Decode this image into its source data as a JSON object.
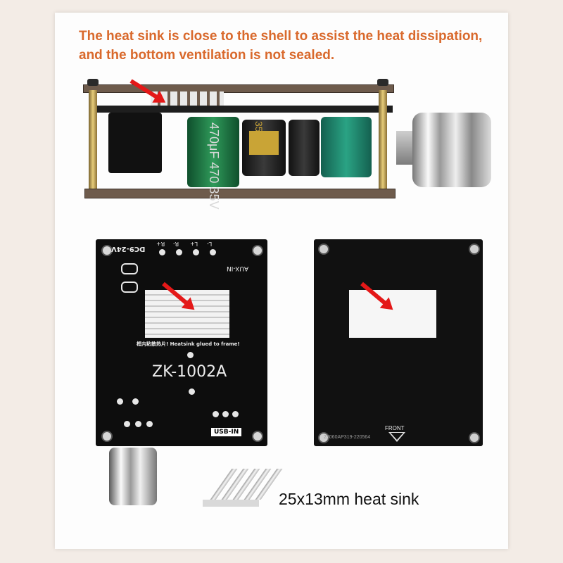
{
  "headline": {
    "line1": "The heat sink is close to the shell to assist the heat dissipation,",
    "line2": "and the bottom ventilation is not sealed."
  },
  "side_view": {
    "cap_label_large": "470μF 470 35V",
    "cap_label_small": "35"
  },
  "board_back": {
    "voltage_label": "DC9-24V",
    "pin_labels": [
      "R+",
      "R-",
      "L+",
      "L-"
    ],
    "aux_label": "AUX-IN",
    "heatsink_note": "框内粘散热片! Heatsink glued to frame!",
    "model": "ZK-1002A",
    "usb_label": "USB-IN"
  },
  "back_plate": {
    "front_label": "FRONT",
    "serial": "23060AP319-220564"
  },
  "caption": "25x13mm heat sink",
  "colors": {
    "headline": "#d9692c",
    "arrow": "#e41818",
    "pcb": "#0d0d0d",
    "background": "#f3ece6"
  }
}
